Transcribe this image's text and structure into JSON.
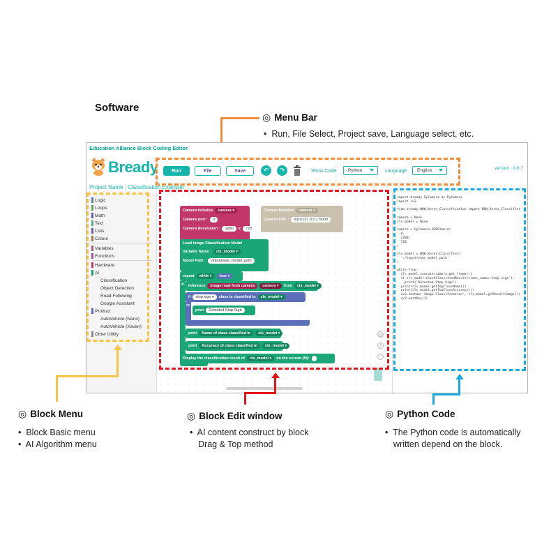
{
  "heading": "Software",
  "annotations": {
    "menu_bar": {
      "symbol": "◎",
      "title": "Menu Bar",
      "bullets": [
        "Run, File Select, Project save, Language select, etc."
      ]
    },
    "block_menu": {
      "symbol": "◎",
      "title": "Block Menu",
      "bullets": [
        "Block Basic menu",
        "AI Algorithm menu"
      ]
    },
    "block_edit": {
      "symbol": "◎",
      "title": "Block Edit window",
      "bullets": [
        "AI content construct by block",
        "Drag & Top method"
      ]
    },
    "python_code": {
      "symbol": "◎",
      "title": "Python Code",
      "bullets": [
        "The Python code is automatically",
        "written depend on the block."
      ]
    }
  },
  "app": {
    "title": "Education Alliance Block Coding Editor",
    "logo_text": "Bready",
    "toolbar": {
      "run_label": "Run",
      "file_label": "File",
      "save_label": "Save",
      "undo_icon": "↶",
      "redo_icon": "↷",
      "show_code_label": "Show Code",
      "code_lang_value": "Python",
      "language_label": "Language",
      "language_value": "English"
    },
    "version": "version : 0.6.7",
    "project_name": "Project Name :  Classification Example",
    "sidebar": {
      "categories": [
        "Logic",
        "Loops",
        "Math",
        "Text",
        "Lists",
        "Colour"
      ],
      "categories2": [
        "Variables",
        "Functions"
      ],
      "categories3": [
        "Hardware",
        "AI",
        "Classification",
        "Object Detection",
        "Road Following",
        "Google Assistant",
        "Product",
        "AutoVehicle (Nano)",
        "AutoVehicle (Xavier)",
        "Other Utility"
      ],
      "colors": [
        "#5b80a5",
        "#5ba55b",
        "#5b67a5",
        "#5ba58c",
        "#745ba5",
        "#a5745b"
      ]
    },
    "blocks": {
      "camera_init": "Camera Initialize",
      "camera_var": "camera ▾",
      "camera_port": "Camera port :",
      "camera_port_val": "0",
      "camera_res": "Camera Resolution :",
      "res_w": "1280",
      "res_x": "x",
      "res_h": "720",
      "camera_init2": "Camera Initialize",
      "camera_var2": "camera ▾",
      "camera_url_label": "Camera URL :",
      "camera_url": "tcp://127.0.0.1:5000",
      "load_model": "Load Image Classification Model",
      "var_name": "Variable Name :",
      "var_name_val": "cls_model ▾",
      "model_path": "Model Path :",
      "model_path_val": "./input/your_model_path",
      "repeat": "repeat",
      "while": "while ▾",
      "true_val": "true ▾",
      "do": "do",
      "inference": "Inference",
      "image_read": "Image read from camera",
      "camera_chip": "camera ▾",
      "from": "from",
      "cls_model": "cls_model ▾",
      "if": "if",
      "stop_sign": "stop sign ▾",
      "class_is": "class is classified in",
      "cls_model2": "cls_model ▾",
      "do2": "do",
      "print": "print",
      "detected": "Detected Stop Sign",
      "print2": "print",
      "name_of_class": "Name of class classified in",
      "cls_model3": "cls_model ▾",
      "print3": "print",
      "accuracy": "Accuracy of class classified in",
      "cls_model4": "cls_model ▾",
      "display": "Display the classification result of",
      "cls_model5": "cls_model ▾",
      "on_screen": "on the screen (M):"
    },
    "code_lines": "import bready.PyCamera as PyCamera\nimport cv2\n\nfrom bready.NOW_Kerex_Classification import NOW_Kerex_Classifier\n\ncamera = None\ncls_model = None\n\ncamera = PyCamera.USBCamera(\n  0,\n  1280,\n  720\n)\n\ncls_model = NOW_Kerex_Classifier(\n  './input/your_model_path'\n)\n\nwhile True:\n  cls_model.execute(camera.get_frame())\n  if cls_model.checkClassifiedResult(class_name='stop sign'):\n    print('Detected Stop Sign')\n  print(cls_model.getTopClassName())\n  print(cls_model.getTopClassAccuracy())\n  cv2.imshow('Image Classification', cls_model.getResultImage())\n  cv2.waitKey(1)"
  }
}
